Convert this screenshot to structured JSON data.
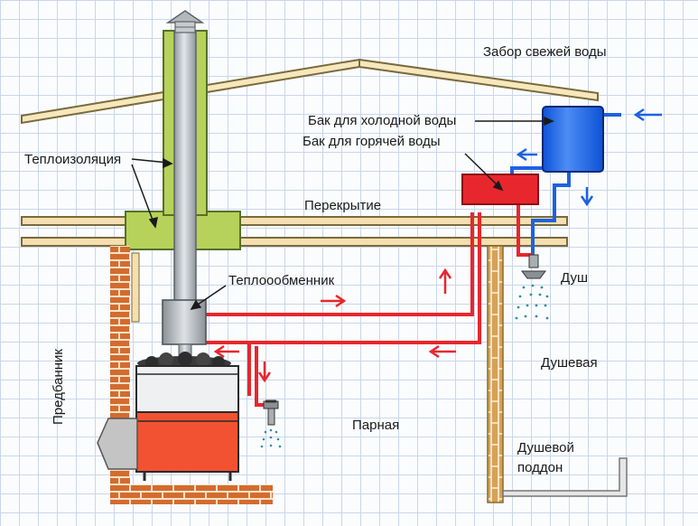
{
  "labels": {
    "fresh_water_intake": "Забор свежей воды",
    "cold_water_tank": "Бак для холодной воды",
    "hot_water_tank": "Бак для горячей воды",
    "insulation": "Теплоизоляция",
    "ceiling": "Перекрытие",
    "heat_exchanger": "Теплоообменник",
    "shower": "Душ",
    "changing_room": "Предбанник",
    "shower_room": "Душевая",
    "steam_room": "Парная",
    "shower_tray_line1": "Душевой",
    "shower_tray_line2": "поддон"
  },
  "colors": {
    "hot": "#e8262d",
    "cold": "#1c62e0",
    "insulation": "#b6d25a",
    "brick": "#d46b2e",
    "beam": "#f5dfb0",
    "roof": "#f7e7bd",
    "stove": "#f25232",
    "pipe": "#a9aeb3"
  }
}
